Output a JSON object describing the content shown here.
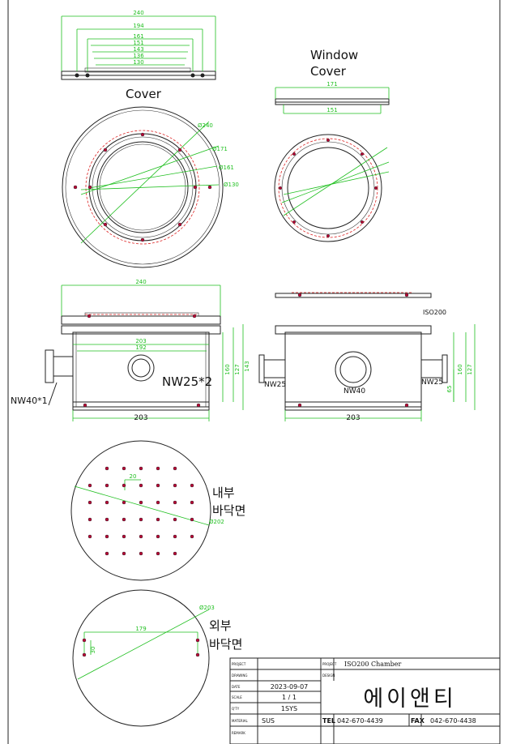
{
  "labels": {
    "cover": "Cover",
    "window_cover_line1": "Window",
    "window_cover_line2": "Cover",
    "inner_bottom_line1": "내부",
    "inner_bottom_line2": "바닥면",
    "outer_bottom_line1": "외부",
    "outer_bottom_line2": "바닥면",
    "nw40_1": "NW40*1",
    "nw25_2": "NW25*2",
    "nw25_left": "NW25",
    "nw25_right": "NW25",
    "nw40": "NW40",
    "iso200": "ISO200"
  },
  "dims": {
    "cover_top_240": "240",
    "cover_top_194": "194",
    "cover_top_161": "161",
    "cover_top_151": "151",
    "cover_top_143": "143",
    "cover_top_136": "136",
    "cover_top_130": "130",
    "win_top_171": "171",
    "win_top_151": "151",
    "phi240": "Ø240",
    "phi171": "Ø171",
    "phi161": "Ø161",
    "phi130": "Ø130",
    "body_240": "240",
    "body_203": "203",
    "body_192": "192",
    "body_160": "160",
    "body_127": "127",
    "body_143": "143",
    "body2_203": "203",
    "body2_160": "160",
    "body2_127": "127",
    "body2_65": "65",
    "inner_20": "20",
    "inner_phi202": "Ø202",
    "outer_179": "179",
    "outer_30": "30",
    "outer_phi203": "Ø203"
  },
  "title_block": {
    "project_label": "PROJECT",
    "project_value": "ISO200 Chamber",
    "drawing_label": "DRAWING",
    "drawing_value": "",
    "date_label": "DATE",
    "date_value": "2023-09-07",
    "scale_label": "SCALE",
    "scale_value": "1 / 1",
    "qty_label": "Q'TY",
    "qty_value": "1SYS",
    "material_label": "MATERIAL",
    "material_value": "SUS",
    "remark_label": "REMARK",
    "remark_value": "",
    "designer_label": "DESIGN",
    "company": "에이앤티",
    "tel_label": "TEL",
    "tel_value": "042-670-4439",
    "fax_label": "FAX",
    "fax_value": "042-670-4438"
  }
}
